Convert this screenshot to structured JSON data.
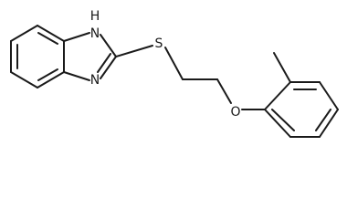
{
  "molecule": {
    "atoms": {
      "h": "H",
      "n_top": "N",
      "n_bottom": "N",
      "s": "S",
      "o": "O"
    }
  }
}
